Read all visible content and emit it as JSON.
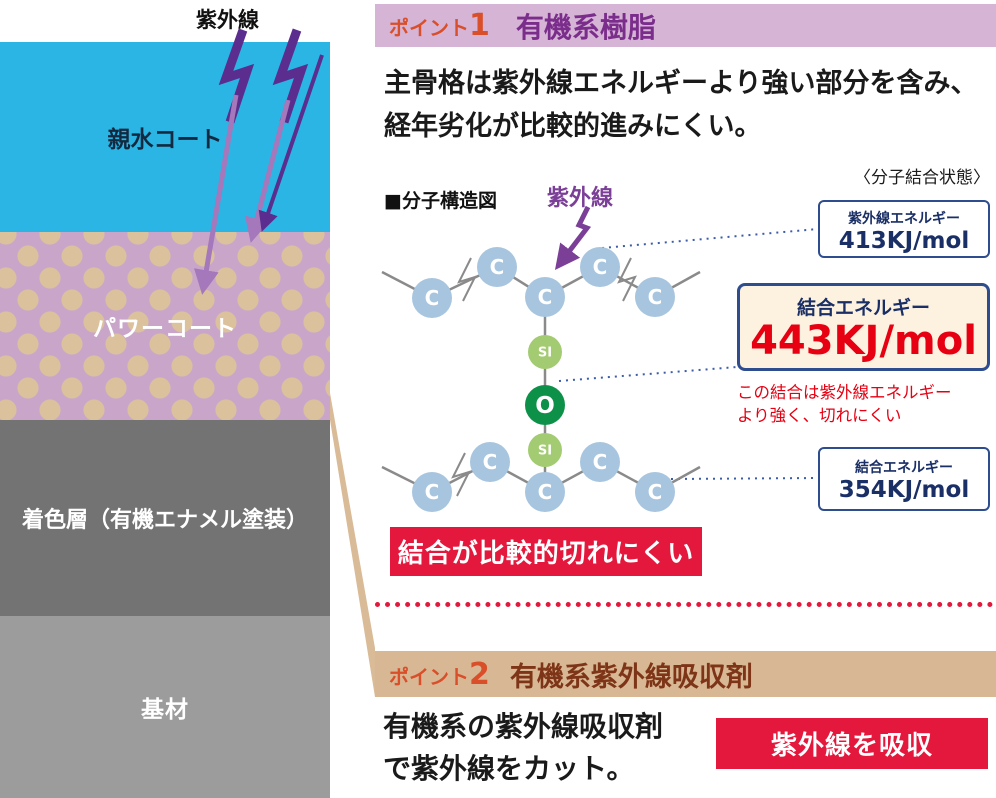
{
  "colors": {
    "accent_red": "#e4173c",
    "value_red": "#e60012",
    "navy": "#1a2f66",
    "purple_title": "#7b2d8b",
    "uv_purple": "#7b3f98",
    "point_badge_orange": "#d84f2a",
    "hydro_cyan": "#2ab5e4",
    "power_purple": "#c9a6c9",
    "dot_tan": "#dcc29c",
    "header1_bg": "#d6b4d6",
    "header2_bg": "#d8b894",
    "atom_c_blue": "#a7c5de",
    "atom_si_green": "#a3cb72",
    "atom_o_green": "#0d9148"
  },
  "left_panel": {
    "uv_label": "紫外線",
    "layers": [
      {
        "label": "親水コート"
      },
      {
        "label": "パワーコート"
      },
      {
        "label": "着色層（有機エナメル塗装）"
      },
      {
        "label": "基材"
      }
    ]
  },
  "point1": {
    "badge_text": "ポイント",
    "badge_number": "1",
    "title": "有機系樹脂",
    "body_line1": "主骨格は紫外線エネルギーより強い部分を含み、",
    "body_line2": "経年劣化が比較的進みにくい。",
    "bond_state_caption": "〈分子結合状態〉",
    "structure_caption": "■分子構造図",
    "uv_arrow_label": "紫外線",
    "uv_energy_box": {
      "label": "紫外線エネルギー",
      "value": "413KJ/mol"
    },
    "strong_bond_box": {
      "label": "結合エネルギー",
      "value": "443KJ/mol"
    },
    "strong_bond_note_line1": "この結合は紫外線エネルギー",
    "strong_bond_note_line2": "より強く、切れにくい",
    "bond_box": {
      "label": "結合エネルギー",
      "value": "354KJ/mol"
    },
    "banner": "結合が比較的切れにくい"
  },
  "point2": {
    "badge_text": "ポイント",
    "badge_number": "2",
    "title": "有機系紫外線吸収剤",
    "body_line1": "有機系の紫外線吸収剤",
    "body_line2": "で紫外線をカット。",
    "banner": "紫外線を吸収"
  },
  "molecule": {
    "c": "C",
    "si": "SI",
    "o": "O"
  }
}
